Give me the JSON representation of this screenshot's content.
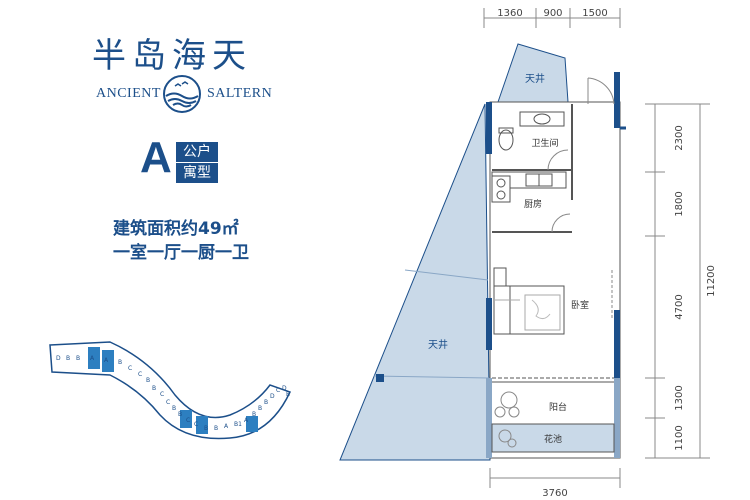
{
  "brand": {
    "title": "半岛海天",
    "name_left": "ANCIENT",
    "name_right": "SALTERN"
  },
  "unit": {
    "letter": "A",
    "type_line1": "公户",
    "type_line2": "寓型",
    "area": "建筑面积约49㎡",
    "layout": "一室一厅一厨一卫"
  },
  "dimensions": {
    "top": [
      "1360",
      "900",
      "1500"
    ],
    "right": [
      "2300",
      "1800",
      "4700",
      "1300",
      "1100"
    ],
    "total": "11200",
    "bottom": "3760"
  },
  "rooms": {
    "patio_top": "天井",
    "bathroom": "卫生间",
    "kitchen": "厨房",
    "bedroom": "卧室",
    "patio_left": "天井",
    "balcony": "阳台",
    "planter": "花池"
  },
  "keyplan": {
    "labels": [
      "D",
      "B",
      "B",
      "A",
      "A",
      "B",
      "C",
      "C",
      "B",
      "B",
      "C",
      "C",
      "B",
      "B",
      "C",
      "C",
      "B",
      "B",
      "A",
      "B1",
      "A",
      "B",
      "B",
      "B",
      "D",
      "C",
      "D",
      "B"
    ]
  },
  "colors": {
    "brand_blue": "#1c4f8a",
    "patio_fill": "#c9d9e8",
    "wall_blue": "#1c4f8a",
    "highlight_blue": "#2d7fc0"
  }
}
